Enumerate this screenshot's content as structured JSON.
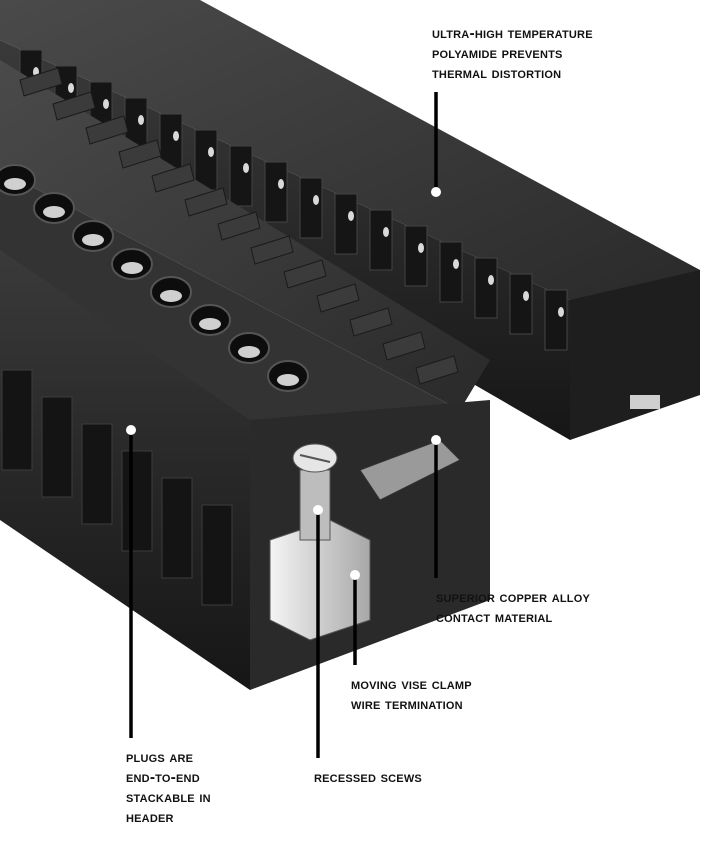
{
  "callouts": {
    "temperature": [
      "Ultra-high temperature",
      "polyamide prevents",
      "thermal distortion"
    ],
    "copper": [
      "Superior copper alloy",
      "contact material"
    ],
    "vise": [
      "Moving vise clamp",
      "wire termination"
    ],
    "screws": [
      "Recessed scews"
    ],
    "plugs": [
      "Plugs are",
      "end-to-end",
      "stackable in",
      "header"
    ]
  },
  "colors": {
    "plastic_dark": "#262626",
    "plastic_mid": "#3a3a3a",
    "plastic_light": "#555555",
    "metal": "#d8d8d8",
    "leader": "#000000"
  }
}
